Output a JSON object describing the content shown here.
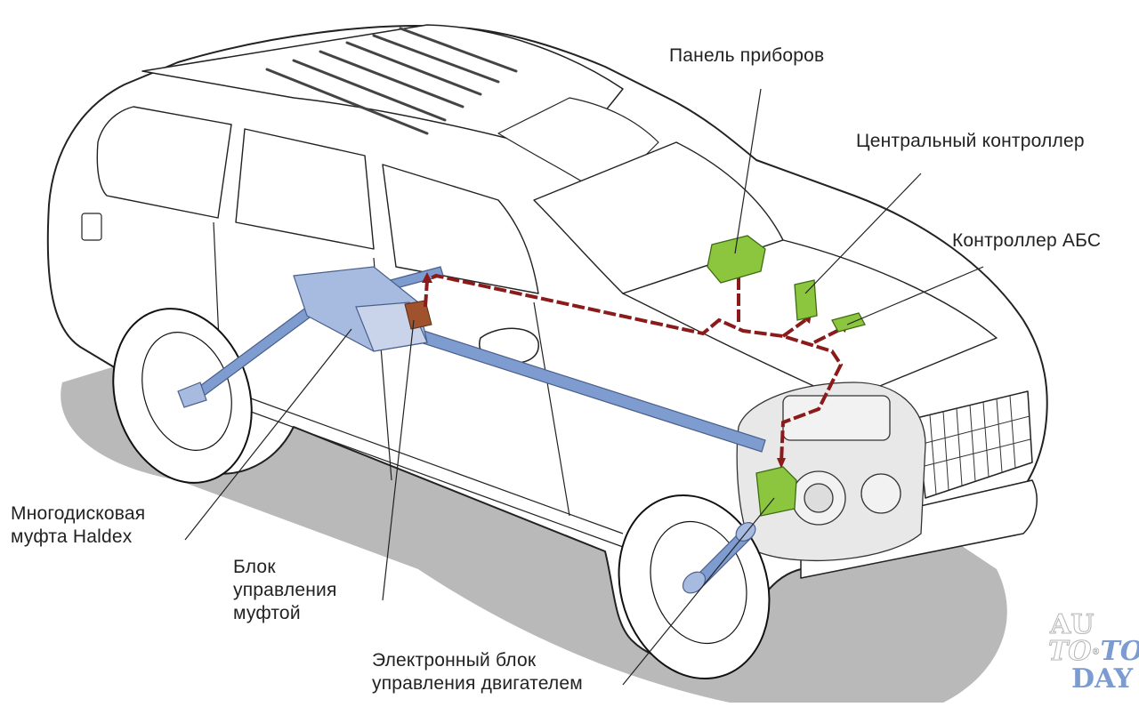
{
  "diagram": {
    "subject": "AWD system layout (SUV cutaway)",
    "labels": {
      "dashboard": "Панель приборов",
      "central_controller": "Центральный контроллер",
      "abs_controller": "Контроллер АБС",
      "haldex_line1": "Многодисковая",
      "haldex_line2": "муфта Haldex",
      "ccu_line1": "Блок",
      "ccu_line2": "управления",
      "ccu_line3": "муфтой",
      "ecm_line1": "Электронный блок",
      "ecm_line2": "управления двигателем"
    },
    "colors": {
      "component_fill": "#8cc63f",
      "signal_line": "#8b1a1a",
      "driveshaft": "#7e9ccf",
      "shadow": "#b9b9b9",
      "outline": "#222222"
    }
  },
  "watermark": {
    "line1": "AU",
    "line2a": "TO",
    "reg": "®",
    "line2b": "TO",
    "line3": "DAY"
  }
}
